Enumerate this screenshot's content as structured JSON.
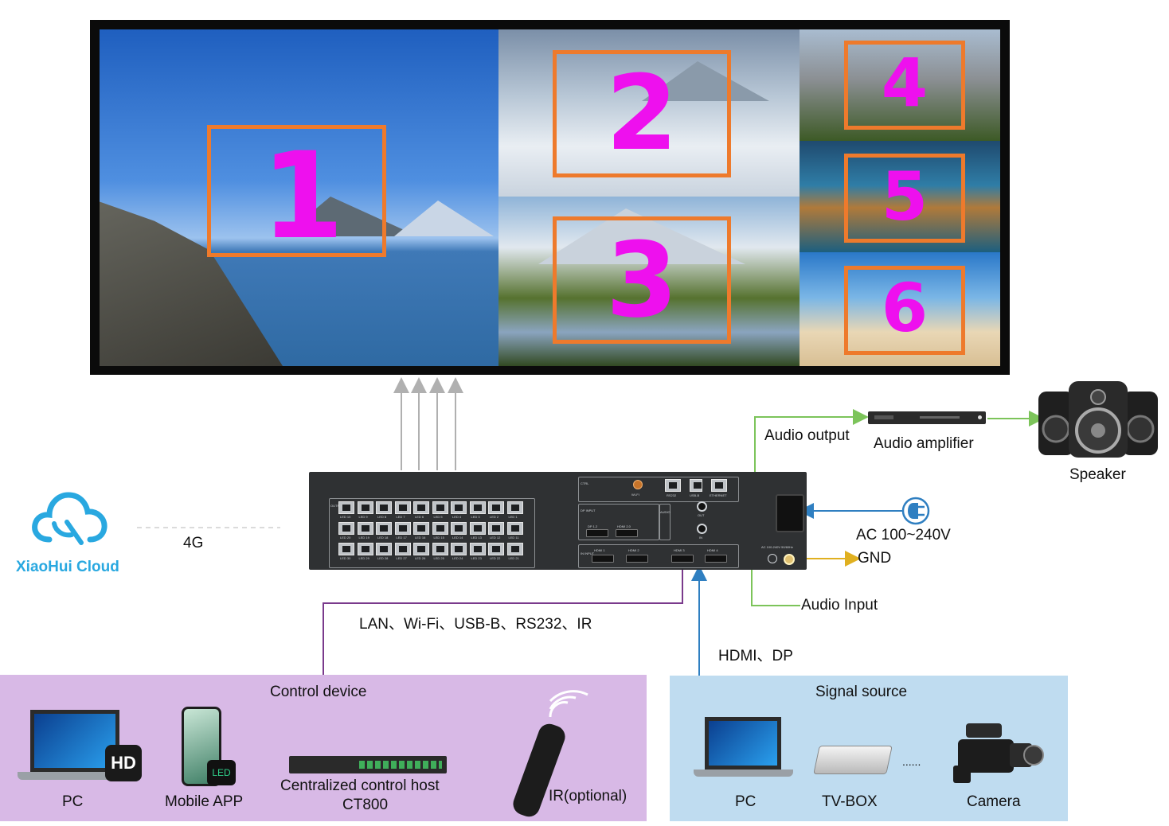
{
  "screen": {
    "numbers": [
      "1",
      "2",
      "3",
      "4",
      "5",
      "6"
    ]
  },
  "cloud": {
    "name": "XiaoHui Cloud",
    "link_label": "4G"
  },
  "audio": {
    "output_label": "Audio output",
    "amplifier_label": "Audio amplifier",
    "speaker_label": "Speaker",
    "input_label": "Audio Input"
  },
  "power": {
    "ac_label": "AC 100~240V",
    "gnd_label": "GND"
  },
  "connections": {
    "control_label": "LAN、Wi-Fi、USB-B、RS232、IR",
    "signal_label": "HDMI、DP"
  },
  "control_device": {
    "title": "Control device",
    "items": {
      "pc": "PC",
      "mobile": "Mobile APP",
      "host_line1": "Centralized control host",
      "host_line2": "CT800",
      "ir": "IR(optional)"
    },
    "hd_badge": "HD",
    "led_badge": "LED"
  },
  "signal_source": {
    "title": "Signal source",
    "items": {
      "pc": "PC",
      "tvbox": "TV-BOX",
      "ellipsis": "......",
      "camera": "Camera"
    }
  },
  "device_labels": {
    "output": "OUTPUT",
    "ctrl": "CTRL",
    "input_top": "DP INPUT",
    "audio": "AUDIO",
    "input_bottom": "IN INPUT",
    "wifi": "WI-FI",
    "rs232": "RS232",
    "usbb": "USB-B",
    "ethernet": "ETHERNET",
    "out": "OUT",
    "in": "IN",
    "dp": "DP 1.2",
    "hdmi20": "HDMI 2.0",
    "hdmi1": "HDMI 1",
    "hdmi2": "HDMI 2",
    "hdmi3": "HDMI 3",
    "hdmi4": "HDMI 4",
    "power": "AC 100-240V 50/60Hz",
    "leds_row1": [
      "LED 10",
      "LED 9",
      "LED 8",
      "LED 7",
      "LED 6",
      "LED 5",
      "LED 4",
      "LED 3",
      "LED 2",
      "LED 1"
    ],
    "leds_row2": [
      "LED 20",
      "LED 19",
      "LED 18",
      "LED 17",
      "LED 16",
      "LED 15",
      "LED 14",
      "LED 13",
      "LED 12",
      "LED 11"
    ],
    "leds_row3": [
      "LED 30",
      "LED 29",
      "LED 28",
      "LED 27",
      "LED 26",
      "LED 25",
      "LED 24",
      "LED 23",
      "LED 22",
      "LED 21"
    ]
  },
  "colors": {
    "frame": "#ee7a2c",
    "number": "#ee10ee",
    "green_line": "#7cc45a",
    "blue_line": "#2f7fc1",
    "purple_line": "#7a3a8c",
    "gold_line": "#e0b020",
    "control_bg": "#d8b9e6",
    "signal_bg": "#bfdcf0",
    "cloud": "#29a8e0"
  }
}
